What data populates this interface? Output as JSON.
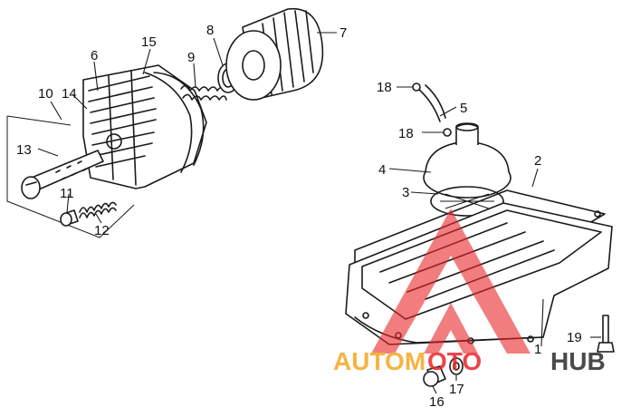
{
  "diagram": {
    "callouts": [
      "1",
      "2",
      "3",
      "4",
      "5",
      "6",
      "7",
      "8",
      "9",
      "10",
      "11",
      "12",
      "13",
      "14",
      "15",
      "16",
      "17",
      "18",
      "18",
      "19"
    ]
  },
  "watermark": {
    "text_left": "AUTOM",
    "text_middle": "OTO",
    "text_right": "HUB",
    "color_orange": "#f5a623",
    "color_red": "#e8262a",
    "color_dark": "#2b2b2b"
  }
}
